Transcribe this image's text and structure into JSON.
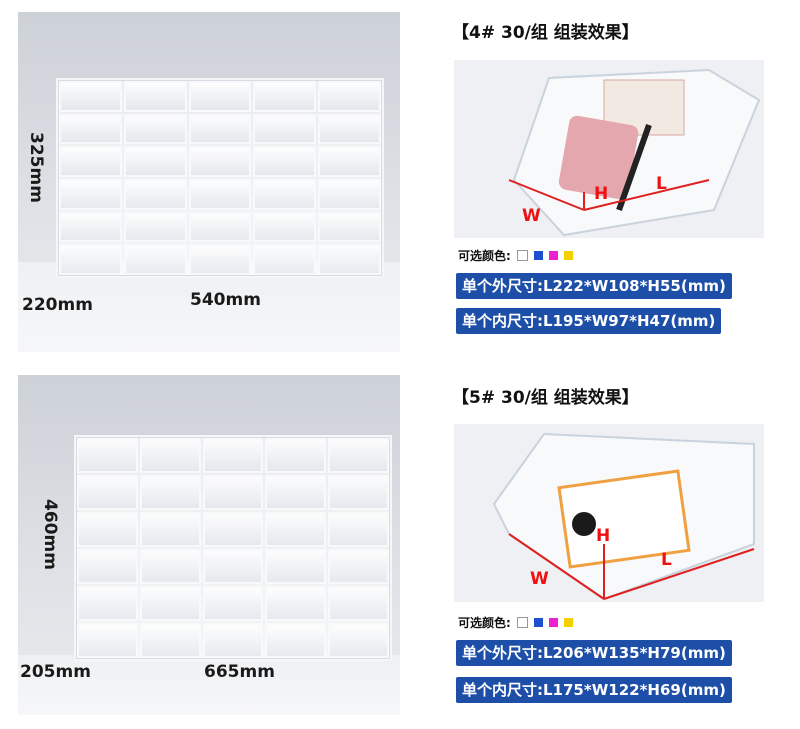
{
  "top": {
    "height_label": "325mm",
    "depth_label": "220mm",
    "width_label": "540mm",
    "heading": "【4#  30/组 组装效果】",
    "tray_labels": {
      "w": "W",
      "h": "H",
      "l": "L"
    },
    "colors_label": "可选颜色:",
    "outer_size": "单个外尺寸:L222*W108*H55(mm)",
    "inner_size": "单个内尺寸:L195*W97*H47(mm)"
  },
  "bottom": {
    "height_label": "460mm",
    "depth_label": "205mm",
    "width_label": "665mm",
    "heading": "【5#  30/组 组装效果】",
    "tray_labels": {
      "w": "W",
      "h": "H",
      "l": "L"
    },
    "colors_label": "可选颜色:",
    "outer_size": "单个外尺寸:L206*W135*H79(mm)",
    "inner_size": "单个内尺寸:L175*W122*H69(mm)"
  },
  "color_options": [
    "#ffffff",
    "#1f4fd1",
    "#ee22cc",
    "#f5d000"
  ],
  "accent_color": "#1d4fa8"
}
